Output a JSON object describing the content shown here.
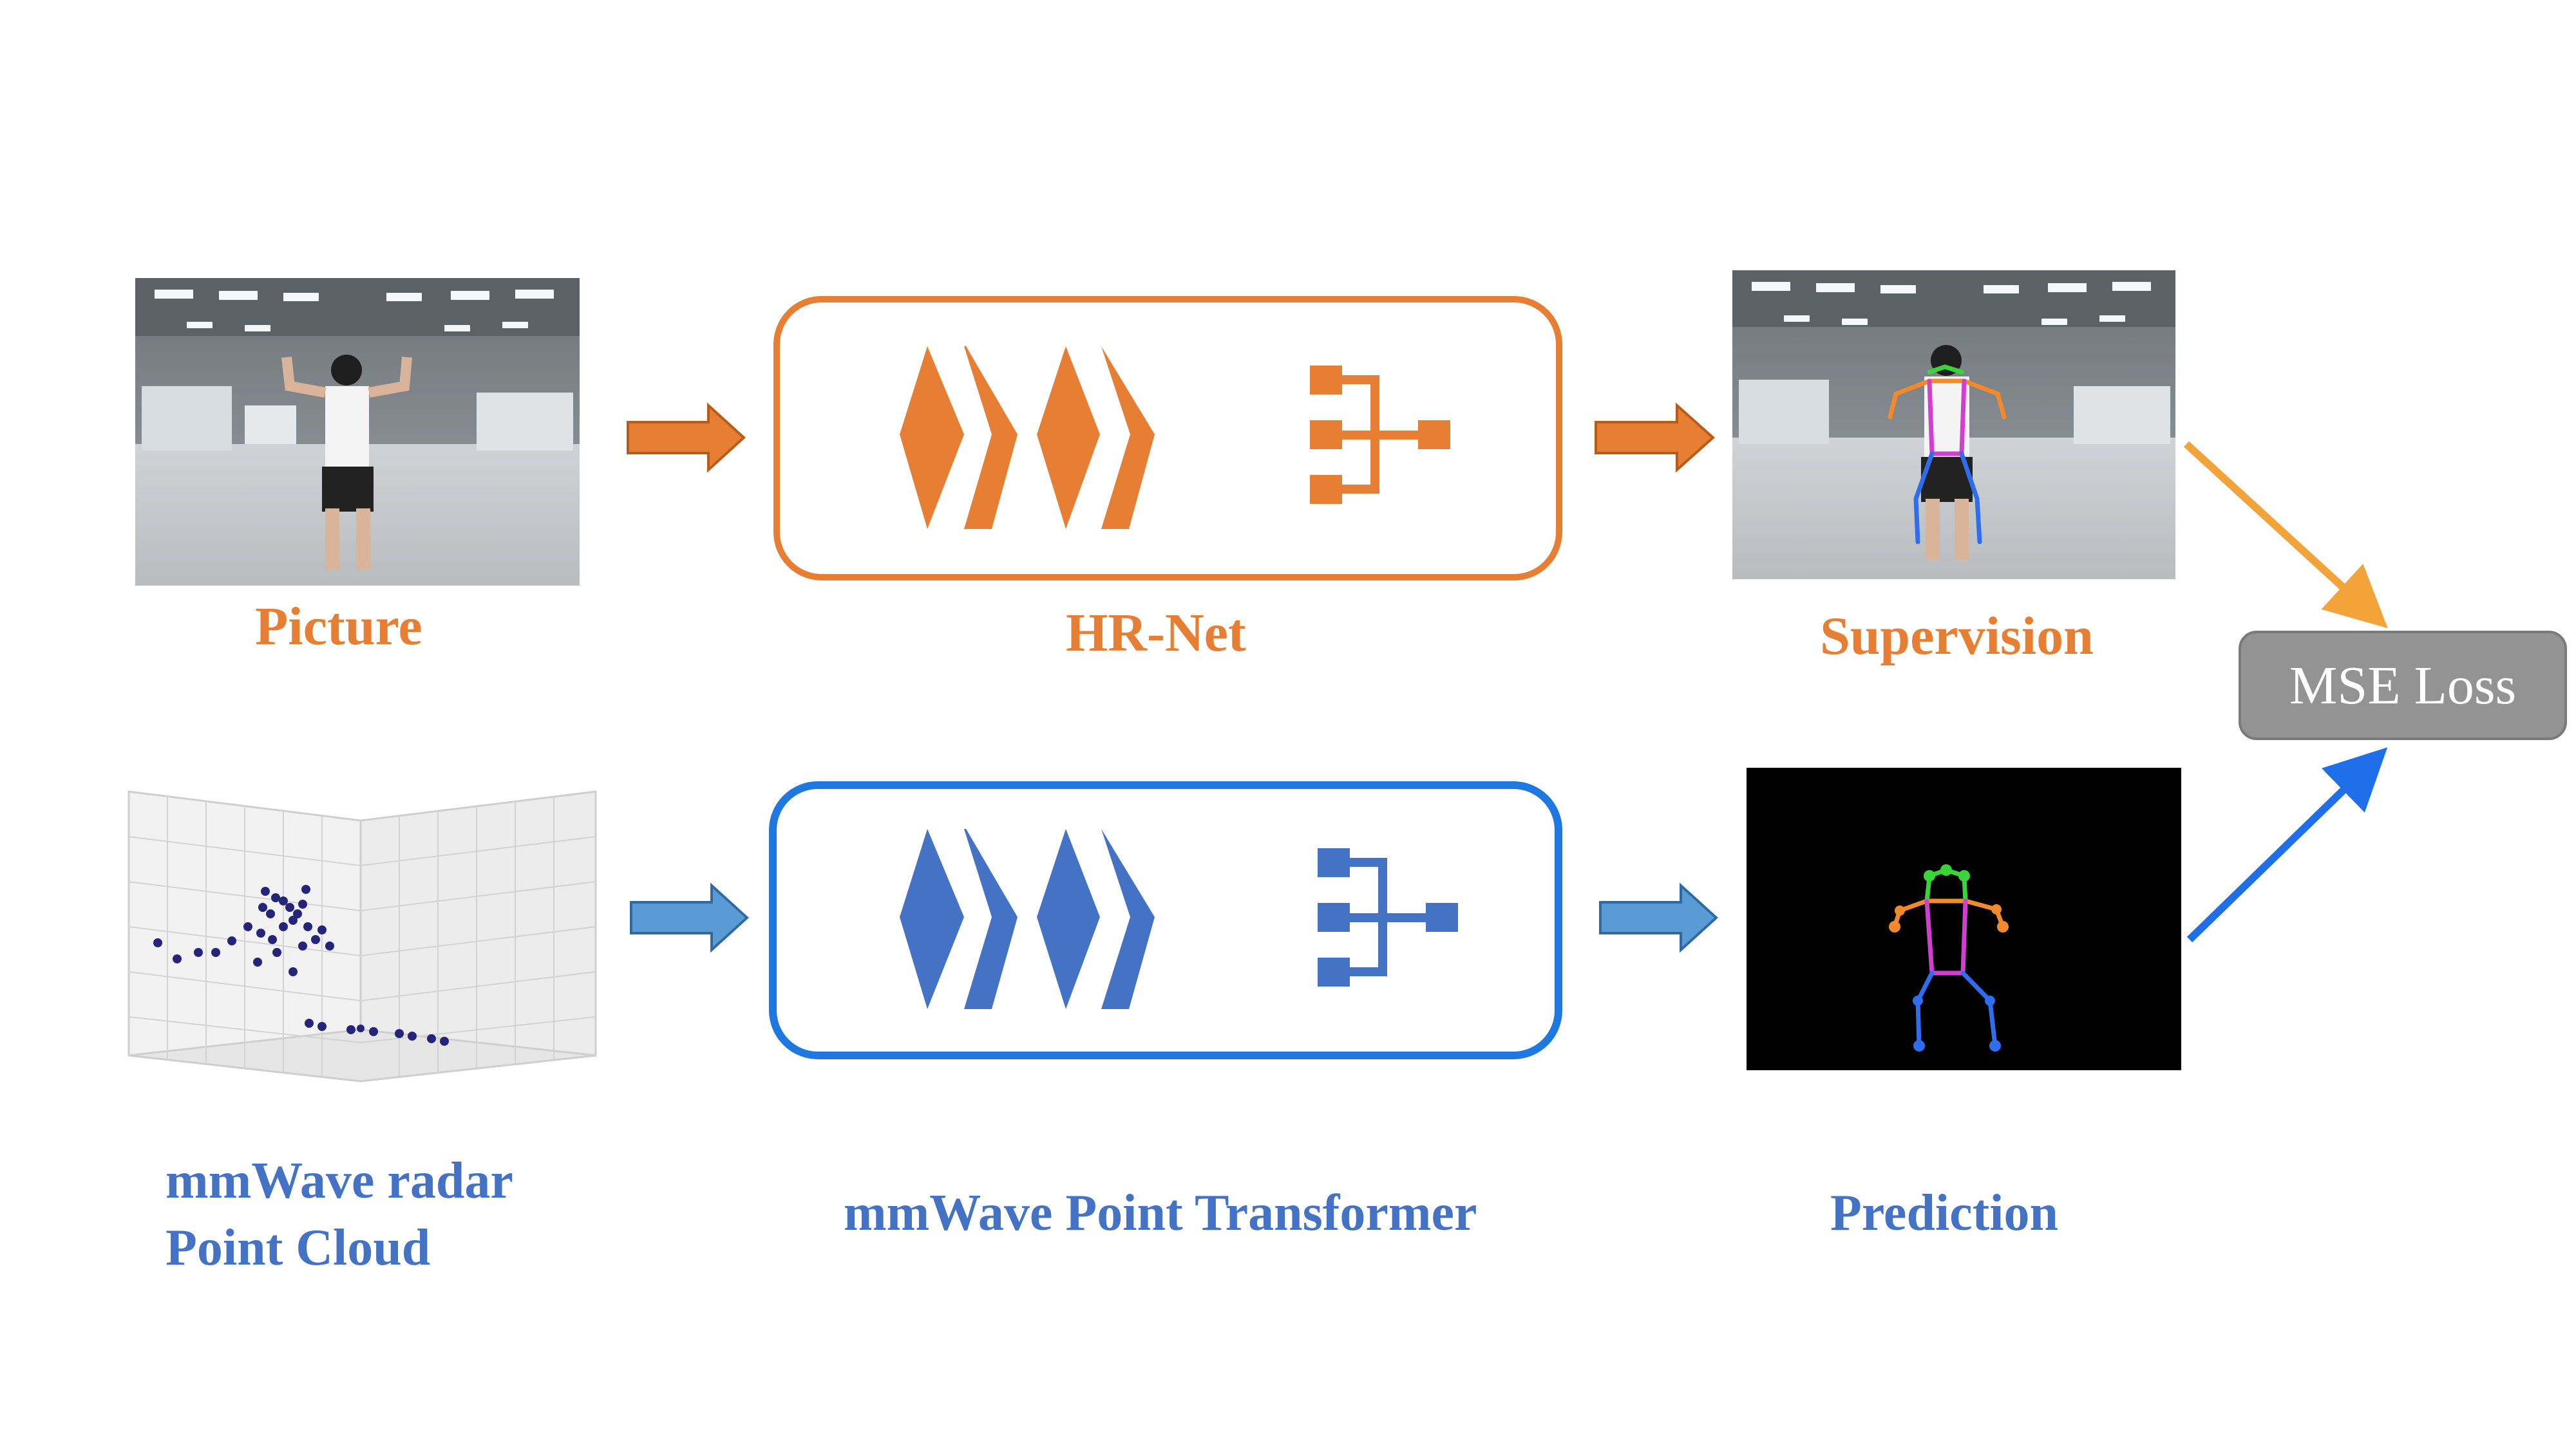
{
  "labels": {
    "picture": "Picture",
    "hrnet": "HR-Net",
    "supervision": "Supervision",
    "radar_line1": "mmWave radar",
    "radar_line2": "Point Cloud",
    "transformer": "mmWave Point Transformer",
    "prediction": "Prediction",
    "mse_loss": "MSE Loss"
  },
  "colors": {
    "orange": "#e67e33",
    "blue": "#4472c4",
    "blue_box": "#1f78e0",
    "arrow_orange": "#f2a33a",
    "arrow_blue": "#1f6fe8",
    "mse_box": "#939393"
  },
  "icons": [
    "hierarchy-icon",
    "chevron-stack-icon"
  ]
}
